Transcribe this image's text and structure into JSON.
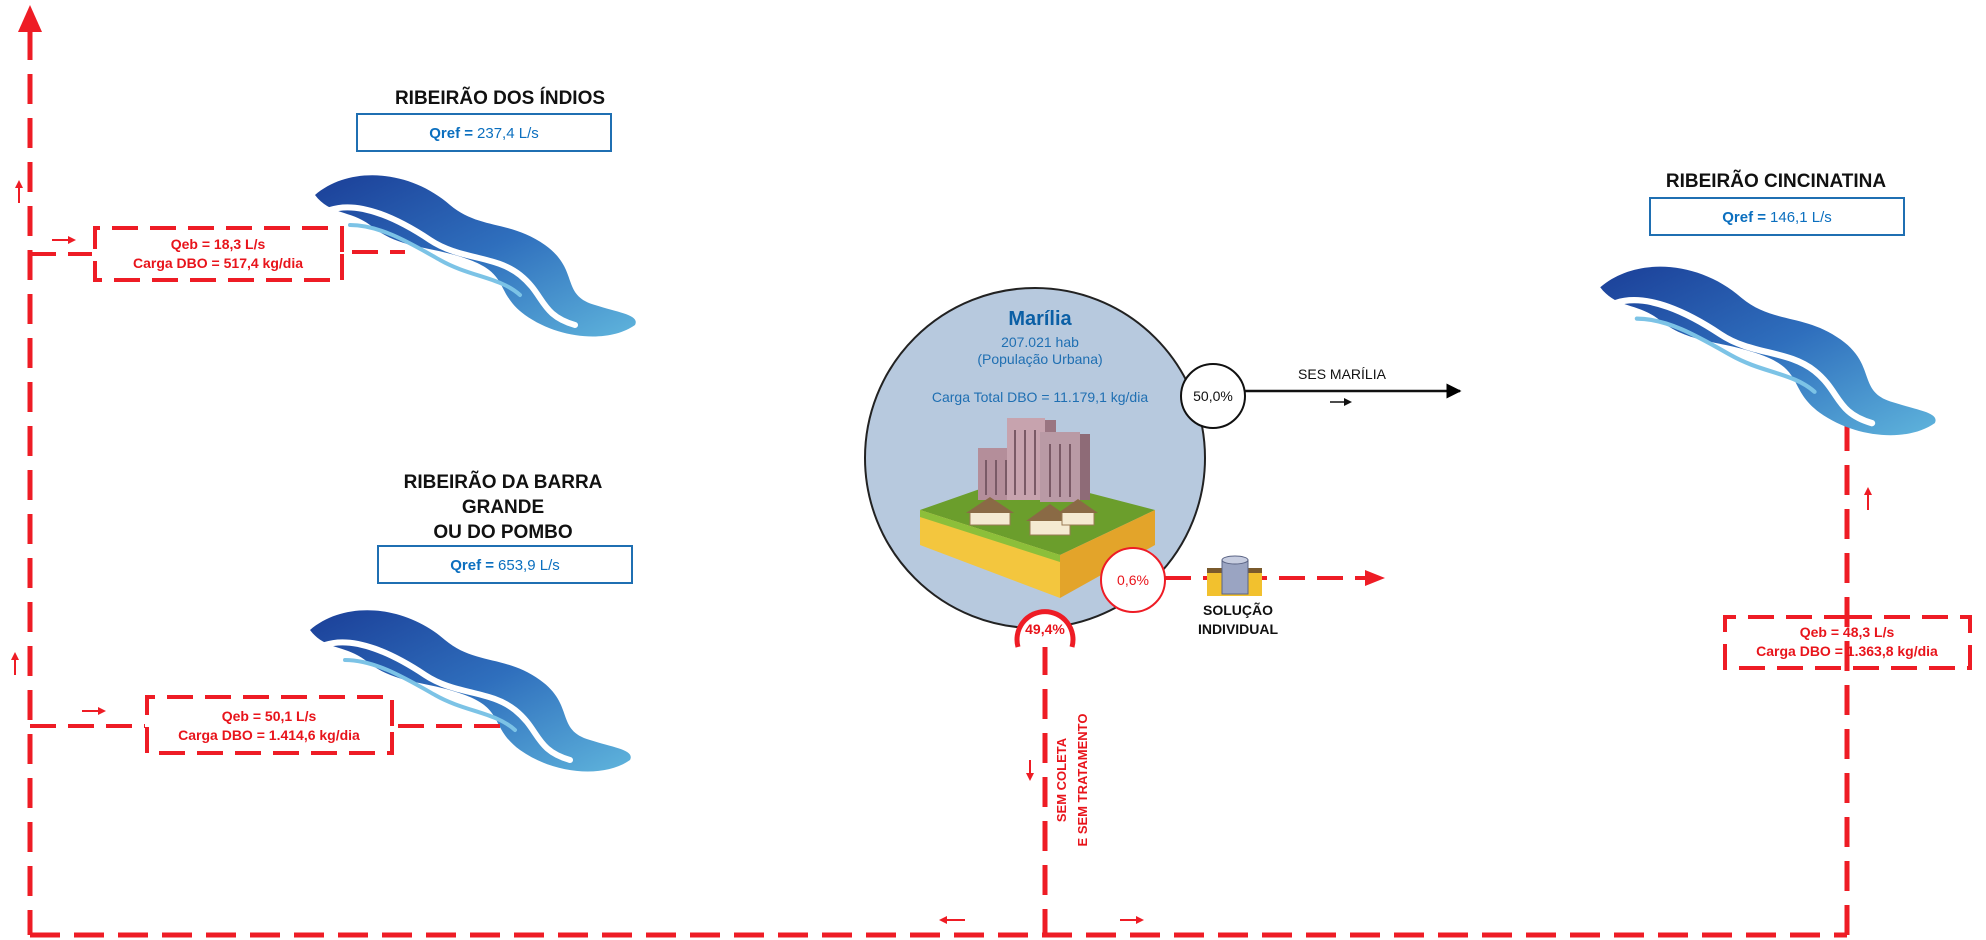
{
  "rivers": [
    {
      "name": "RIBEIRÃO DOS ÍNDIOS",
      "qref_label": "Qref =",
      "qref_value": "237,4 L/s"
    },
    {
      "name_lines": [
        "RIBEIRÃO DA BARRA",
        "GRANDE",
        "OU DO POMBO"
      ],
      "qref_label": "Qref =",
      "qref_value": "653,9 L/s"
    },
    {
      "name": "RIBEIRÃO CINCINATINA",
      "qref_label": "Qref =",
      "qref_value": "146,1 L/s"
    }
  ],
  "discharges": [
    {
      "qeb": "Qeb = 18,3 L/s",
      "carga": "Carga DBO = 517,4 kg/dia"
    },
    {
      "qeb": "Qeb = 50,1 L/s",
      "carga": "Carga DBO = 1.414,6 kg/dia"
    },
    {
      "qeb": "Qeb = 48,3 L/s",
      "carga": "Carga DBO = 1.363,8 kg/dia"
    }
  ],
  "city": {
    "name": "Marília",
    "population": "207.021 hab",
    "population_note": "(População Urbana)",
    "carga_total": "Carga Total DBO = 11.179,1 kg/dia"
  },
  "splits": {
    "ses": {
      "percent": "50,0%",
      "label": "SES MARÍLIA"
    },
    "individual": {
      "percent": "0,6%",
      "label_lines": [
        "SOLUÇÃO",
        "INDIVIDUAL"
      ]
    },
    "sem_coleta": {
      "percent": "49,4%",
      "label_lines": [
        "SEM COLETA",
        "E SEM TRATAMENTO"
      ]
    }
  },
  "colors": {
    "red": "#ee1c25",
    "blue_text": "#0b6fbf",
    "city_fill": "#b7c9de",
    "river_dark": "#1d4fa3",
    "river_light": "#4ea3d3"
  },
  "icons": [
    "river-icon",
    "city-buildings-icon",
    "septic-tank-icon",
    "arrow-icon"
  ]
}
